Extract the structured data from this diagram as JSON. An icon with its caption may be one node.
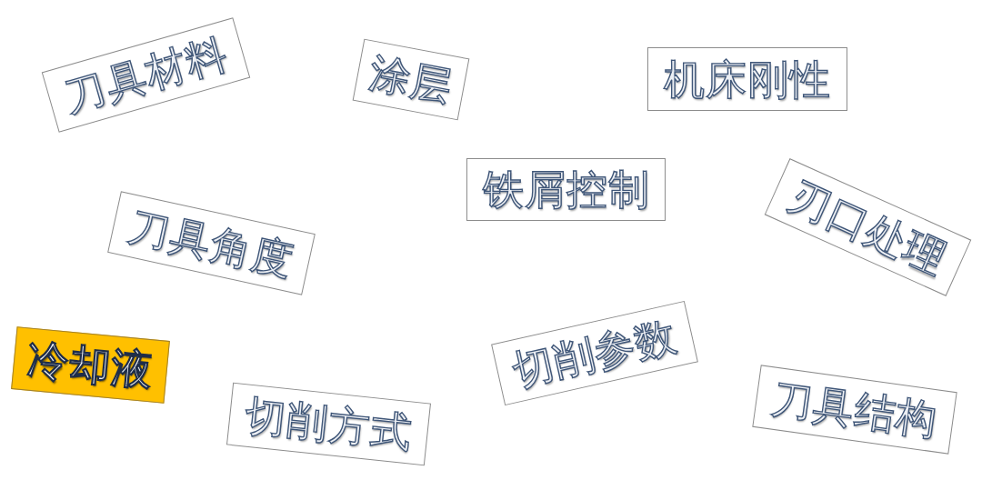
{
  "diagram": {
    "nodes": [
      {
        "text": [
          "刀具材料"
        ]
      },
      {
        "text": [
          "涂层"
        ]
      },
      {
        "text": [
          "机床刚性"
        ]
      },
      {
        "text": [
          "刀具角度"
        ]
      },
      {
        "text": [
          "铁屑控制"
        ]
      },
      {
        "text": [
          "刃口处理"
        ]
      },
      {
        "text": [
          "冷却液"
        ]
      },
      {
        "text": [
          "切削方式"
        ]
      },
      {
        "text": [
          "切削参数"
        ]
      },
      {
        "text": [
          "刀具结构"
        ]
      }
    ]
  }
}
